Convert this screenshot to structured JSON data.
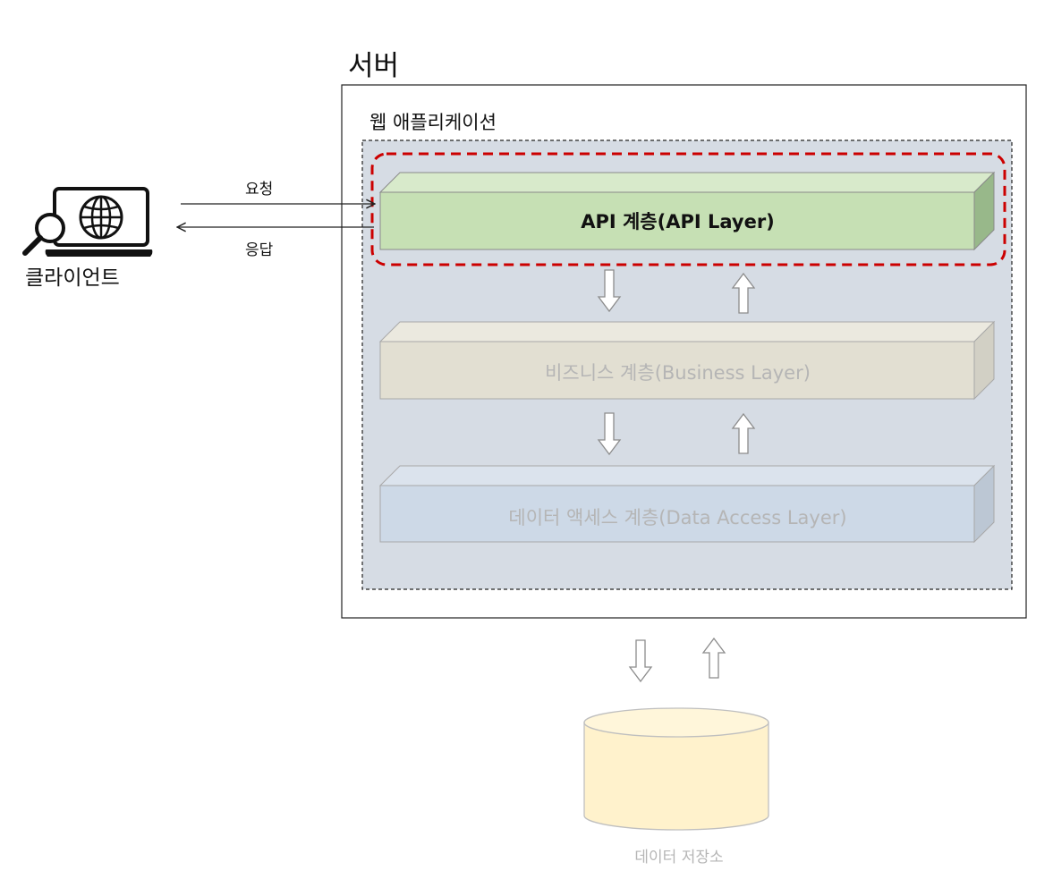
{
  "server": {
    "title": "서버"
  },
  "web_app": {
    "title": "웹 애플리케이션"
  },
  "client": {
    "label": "클라이언트",
    "icon": "laptop-globe-search-icon"
  },
  "flows": {
    "request": "요청",
    "response": "응답"
  },
  "layers": {
    "api": {
      "label": "API 계층(API Layer)",
      "highlighted": true
    },
    "business": {
      "label": "비즈니스 계층(Business Layer)"
    },
    "data_access": {
      "label": "데이터 액세스 계층(Data Access Layer)"
    }
  },
  "datastore": {
    "label": "데이터 저장소",
    "icon": "database-cylinder-icon"
  },
  "colors": {
    "api_front": "#c6e0b4",
    "api_top": "#d8eacb",
    "api_side": "#98b88a",
    "business_front": "#e2dfd2",
    "business_top": "#ebe9df",
    "business_side": "#d2d0c5",
    "data_access_front": "#cdd9e7",
    "data_access_top": "#dbe3ed",
    "data_access_side": "#bcc7d4",
    "web_app_bg": "#d6dce4",
    "highlight": "#cc0000",
    "datastore_fill": "#fff2cc",
    "datastore_top": "#fff6da",
    "datastore_stroke": "#bfbfbf",
    "faded_text": "#b5b5b5"
  }
}
